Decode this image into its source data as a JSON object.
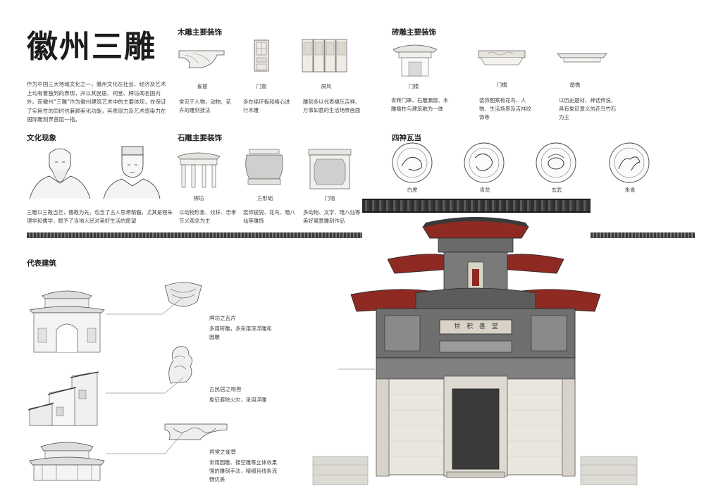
{
  "title": "徽州三雕",
  "intro": "作为中国三大地域文化之一，徽州文化在社会、经济及艺术上均有着独到的表现，并以其民居、祠堂、牌坊闻名国内外。而徽州“三雕”作为徽州建筑艺术中的主要体现，在保证了实用性的同时也兼顾美化功能，其表现力及艺术感染力在国际雕刻界首屈一指。",
  "wood": {
    "heading": "木雕主要装饰",
    "items": [
      {
        "name": "雀替",
        "desc": "常见于人物、动物、花卉的雕刻技法"
      },
      {
        "name": "门窗",
        "desc": "多在绦环板和格心进行木雕"
      },
      {
        "name": "屏风",
        "desc": "雕刻多以代表福乐吉祥、万事如意的生活场景画面"
      }
    ]
  },
  "brick": {
    "heading": "砖雕主要装饰",
    "items": [
      {
        "name": "门楼",
        "desc": "青砖门罩、石雕漏窗、木雕楹柱与建筑融为一体"
      },
      {
        "name": "门楣",
        "desc": "装饰图案有花鸟、人物、生活场景及吉祥纹饰等"
      },
      {
        "name": "屋檐",
        "desc": "以历史题材、神话传说、具有象征意义的花鸟竹石为主"
      }
    ]
  },
  "culture": {
    "heading": "文化现象",
    "desc": "三雕以三教当世，儒教为先，包含了古人思想精髓，尤其是程朱理学和儒学，赋予了当地人民对美好生活的愿望"
  },
  "stone": {
    "heading": "石雕主要装饰",
    "items": [
      {
        "name": "牌坊",
        "desc": "以动物形象、纹样、忠孝节义观念为主"
      },
      {
        "name": "方形础",
        "desc": "装饰狻猊、花鸟、暗八仙等雕饰"
      },
      {
        "name": "门墙",
        "desc": "多动物、文字、暗八仙等美好寓意雕刻作品"
      }
    ]
  },
  "tiles": {
    "heading": "四神瓦当",
    "items": [
      "白虎",
      "青龙",
      "玄武",
      "朱雀"
    ]
  },
  "rep": {
    "heading": "代表建筑",
    "items": [
      {
        "name": "牌坊之瓦片",
        "desc": "多用砖雕，多采用深浮雕和圆雕"
      },
      {
        "name": "古民居之吻兽",
        "desc": "象征避除火灾，采用浮雕"
      },
      {
        "name": "祠堂之雀替",
        "desc": "常用圆雕、镂空雕等立体效果强的雕刻手法，精细且线条流畅优美"
      }
    ]
  },
  "gate_plaque": "世 积 善 堂",
  "colors": {
    "roof_red": "#8e2a22",
    "ink": "#2b2b2b",
    "wall": "#e9e6df"
  }
}
